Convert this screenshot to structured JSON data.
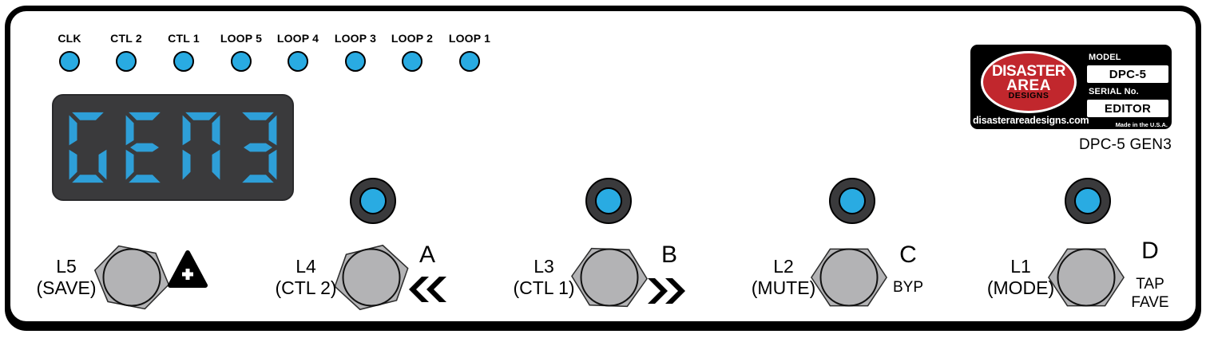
{
  "colors": {
    "led_blue": "#29ABE2",
    "segment_blue": "#2E9FD8",
    "bezel_dark": "#3A3A3C",
    "switch_gray": "#B3B3B5",
    "badge_red": "#C1272D"
  },
  "status_leds": [
    {
      "label": "CLK"
    },
    {
      "label": "CTL 2"
    },
    {
      "label": "CTL 1"
    },
    {
      "label": "LOOP 5"
    },
    {
      "label": "LOOP 4"
    },
    {
      "label": "LOOP 3"
    },
    {
      "label": "LOOP 2"
    },
    {
      "label": "LOOP 1"
    }
  ],
  "display": {
    "text": "GEN3"
  },
  "badge": {
    "brand_top": "DISASTER",
    "brand_mid": "AREA",
    "brand_sub": "DESIGNS",
    "website": "disasterareadesigns.com",
    "model_label": "MODEL",
    "model_value": "DPC-5",
    "serial_label": "SERIAL No.",
    "serial_value": "EDITOR",
    "made_in": "Made in the U.S.A."
  },
  "model_caption": "DPC-5 GEN3",
  "footswitches": [
    {
      "name": "L5",
      "sub": "(SAVE)",
      "icon": "plus-triangle-icon"
    },
    {
      "name": "L4",
      "sub": "(CTL 2)",
      "letter": "A",
      "icon": "double-chevron-left-icon"
    },
    {
      "name": "L3",
      "sub": "(CTL 1)",
      "letter": "B",
      "icon": "double-chevron-right-icon"
    },
    {
      "name": "L2",
      "sub": "(MUTE)",
      "letter": "C",
      "caption": "BYP"
    },
    {
      "name": "L1",
      "sub": "(MODE)",
      "letter": "D",
      "caption": "TAP",
      "caption2": "FAVE"
    }
  ]
}
